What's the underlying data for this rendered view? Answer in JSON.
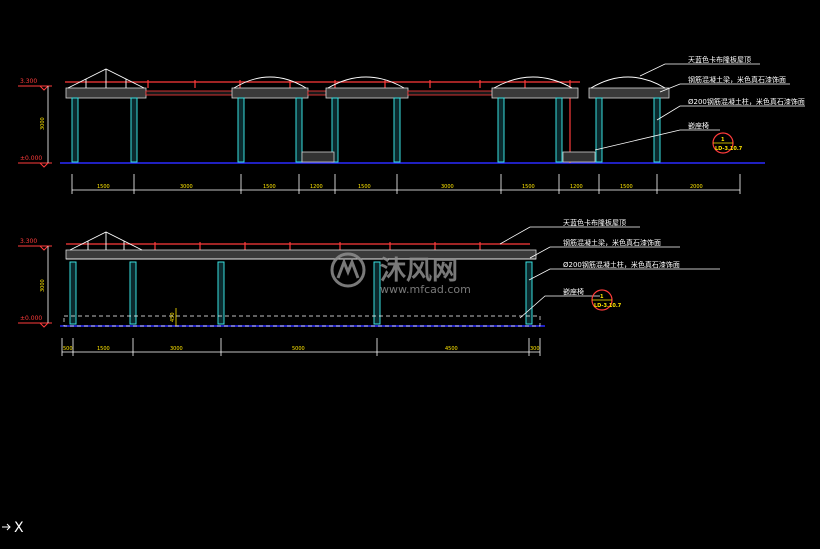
{
  "elevation_top": {
    "level_top": "3.300",
    "level_ground": "±0.000",
    "height_dim": "3000",
    "dims": [
      "1500",
      "3000",
      "1500",
      "1200",
      "1500",
      "3000",
      "1500",
      "1200",
      "1500",
      "2000"
    ],
    "callouts": [
      "天蓝色卡布隆板屋顶",
      "钢筋混凝土梁，米色真石漆饰面",
      "Ø200钢筋混凝土柱，米色真石漆饰面",
      "嵌座椅"
    ],
    "detail_tag": {
      "number": "1",
      "sheet": "LD-3.10.7"
    }
  },
  "elevation_bottom": {
    "level_top": "3.300",
    "level_ground": "±0.000",
    "height_dim": "3000",
    "side_dim": "450",
    "dims": [
      "500",
      "1500",
      "3000",
      "5000",
      "4500",
      "300"
    ],
    "callouts": [
      "天蓝色卡布隆板屋顶",
      "钢筋混凝土梁，米色真石漆饰面",
      "Ø200钢筋混凝土柱，米色真石漆饰面",
      "嵌座椅"
    ],
    "detail_tag": {
      "number": "1",
      "sheet": "LD-3.10.7"
    }
  },
  "watermark": {
    "brand": "沐风网",
    "url": "www.mfcad.com"
  },
  "ucs_label": "X"
}
